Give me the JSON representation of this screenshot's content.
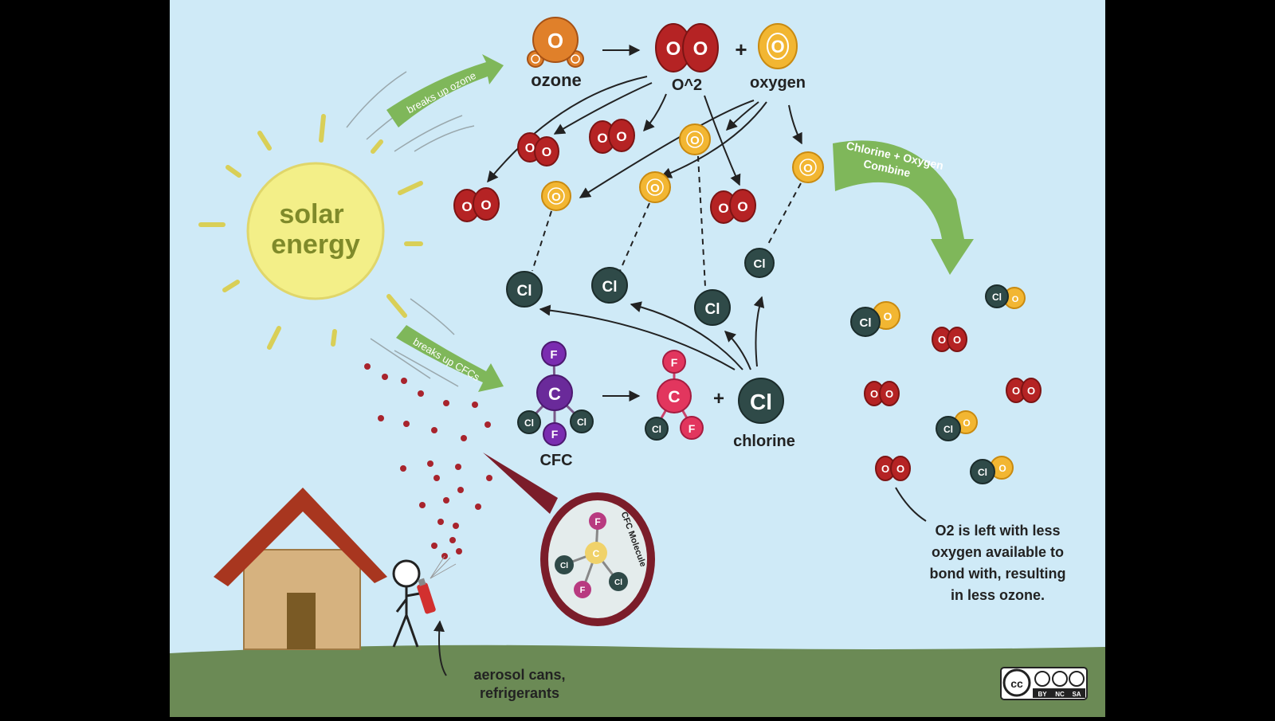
{
  "colors": {
    "sky": "#cfeaf7",
    "ground": "#6b8a55",
    "sun": "#f3ef88",
    "sun_text": "#7f8a2a",
    "ozone": "#e0802a",
    "o2": "#b52324",
    "oxygen": "#f2b632",
    "chlorine": "#2f4a48",
    "cfc_c": "#6a2a9a",
    "cfc_f": "#7a2cb0",
    "frag": "#e2365e",
    "banner": "#7fb75a",
    "spray_dot": "#a8242d",
    "bubble": "#7b1d2a",
    "house_roof": "#a8361f",
    "house_wall": "#d6b27f",
    "house_door": "#7a5a25"
  },
  "labels": {
    "sun": [
      "solar",
      "energy"
    ],
    "ozone": "ozone",
    "o2": "O^2",
    "plus": "+",
    "oxygen": "oxygen",
    "cfc": "CFC",
    "chlorine": "chlorine",
    "banner_ozone": "breaks up ozone",
    "banner_cfc": "breaks up CFCs",
    "banner_combine": [
      "Chlorine + Oxygen",
      "Combine"
    ],
    "cfc_molecule": "CFC Molecule",
    "aerosol": [
      "aerosol cans,",
      "refrigerants"
    ],
    "result": [
      "O2 is left with less",
      "oxygen available to",
      "bond with, resulting",
      "in less ozone."
    ],
    "license": [
      "BY",
      "NC",
      "SA"
    ]
  },
  "atoms": {
    "o": "O",
    "cl": "Cl",
    "c": "C",
    "f": "F"
  }
}
